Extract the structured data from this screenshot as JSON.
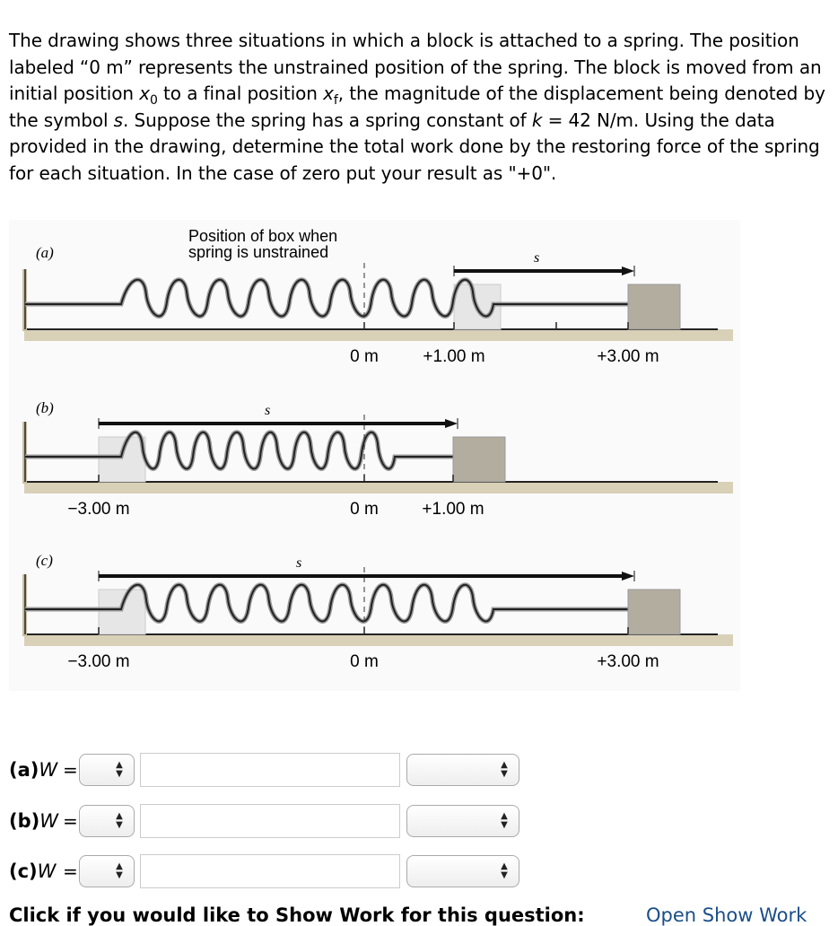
{
  "problem": {
    "p1": "The drawing shows three situations in which a block is attached to a spring. The position labeled “0 m” represents the unstrained position of the spring. The block is moved from an initial position ",
    "x0": "x",
    "x0_sub": "0",
    "p2": " to a final position ",
    "xf": "x",
    "xf_sub": "f",
    "p3": ", the magnitude of the displacement being denoted by the symbol ",
    "s": "s",
    "p4": ". Suppose the spring has a spring constant of ",
    "k": "k",
    "p5": " = 42 N/m. Using the data provided in the drawing, determine the total work done by the restoring force of the spring for each situation. In the case of zero put your result as \"+0\"."
  },
  "diagram": {
    "caption_line1": "Position of box when",
    "caption_line2": "spring is unstrained",
    "panels": [
      {
        "label": "(a)",
        "s": "s",
        "ticks": [
          "0 m",
          "+1.00 m",
          "+3.00 m"
        ]
      },
      {
        "label": "(b)",
        "s": "s",
        "ticks": [
          "−3.00 m",
          "0 m",
          "+1.00 m"
        ]
      },
      {
        "label": "(c)",
        "s": "s",
        "ticks": [
          "−3.00 m",
          "0 m",
          "+3.00 m"
        ]
      }
    ]
  },
  "answers": [
    {
      "label": "(a)",
      "var": "W",
      "eq": "=",
      "sign": "",
      "value": "",
      "unit": ""
    },
    {
      "label": "(b)",
      "var": "W",
      "eq": "=",
      "sign": "",
      "value": "",
      "unit": ""
    },
    {
      "label": "(c)",
      "var": "W",
      "eq": "=",
      "sign": "",
      "value": "",
      "unit": ""
    }
  ],
  "footer": {
    "text": "Click if you would like to Show Work for this question:",
    "link": "Open Show Work"
  }
}
